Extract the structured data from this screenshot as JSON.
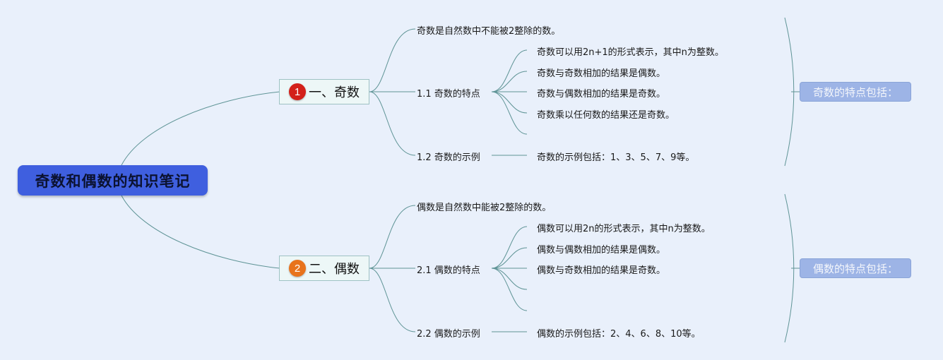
{
  "root": {
    "title": "奇数和偶数的知识笔记"
  },
  "branches": [
    {
      "badge": "1",
      "badge_color": "#d3201a",
      "title": "一、奇数",
      "definition": "奇数是自然数中不能被2整除的数。",
      "features_label": "1.1 奇数的特点",
      "features": [
        "奇数可以用2n+1的形式表示，其中n为整数。",
        "奇数与奇数相加的结果是偶数。",
        "奇数与偶数相加的结果是奇数。",
        "奇数乘以任何数的结果还是奇数。"
      ],
      "examples_label": "1.2 奇数的示例",
      "examples": "奇数的示例包括：1、3、5、7、9等。",
      "summary": "奇数的特点包括："
    },
    {
      "badge": "2",
      "badge_color": "#e8731c",
      "title": "二、偶数",
      "definition": "偶数是自然数中能被2整除的数。",
      "features_label": "2.1 偶数的特点",
      "features": [
        "偶数可以用2n的形式表示，其中n为整数。",
        "偶数与偶数相加的结果是偶数。",
        "偶数与奇数相加的结果是奇数。"
      ],
      "examples_label": "2.2 偶数的示例",
      "examples": "偶数的示例包括：2、4、6、8、10等。",
      "summary": "偶数的特点包括："
    }
  ],
  "colors": {
    "link": "#5f9496",
    "root_bg": "#3f5fdf",
    "summary_bg": "#9db4e6"
  }
}
